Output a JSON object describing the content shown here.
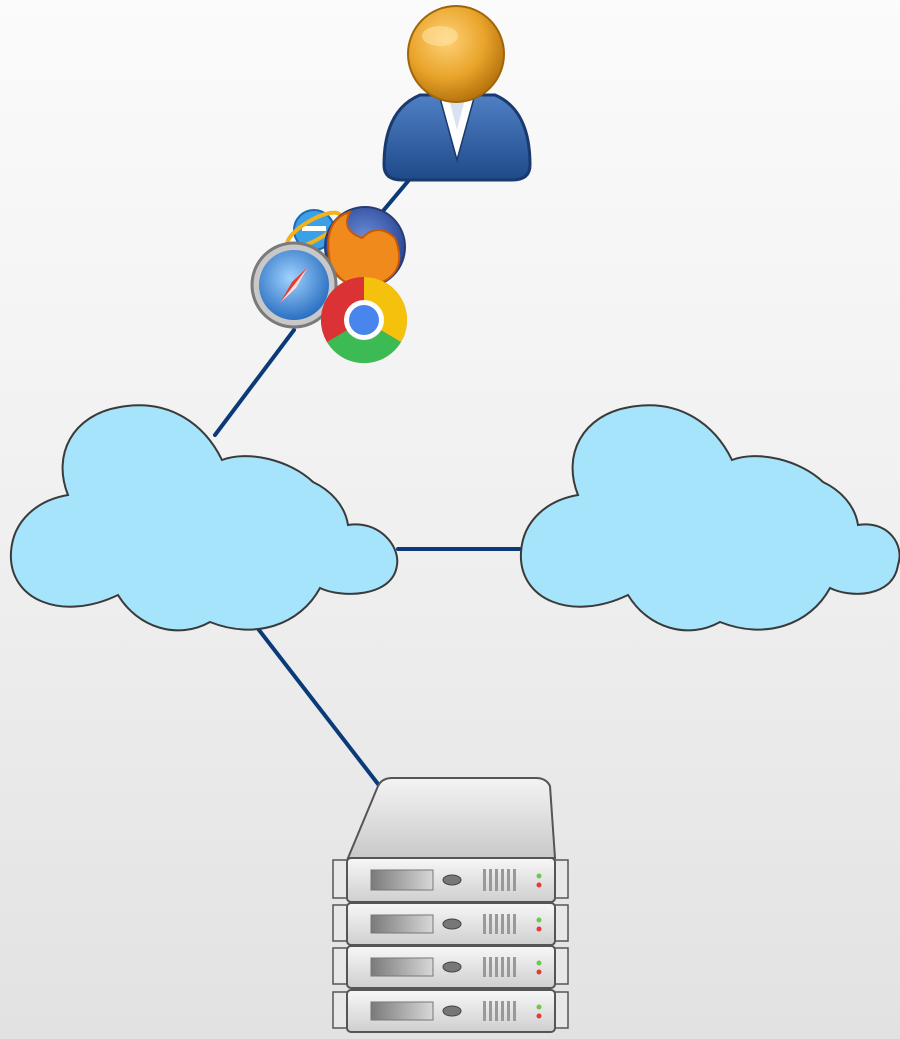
{
  "diagram": {
    "nodes": [
      {
        "id": "user",
        "icon": "user-icon",
        "label": ""
      },
      {
        "id": "browsers",
        "icon": "web-browsers-icon",
        "label": ""
      },
      {
        "id": "cloud-left",
        "icon": "cloud-icon",
        "label": ""
      },
      {
        "id": "cloud-right",
        "icon": "cloud-icon",
        "label": ""
      },
      {
        "id": "server",
        "icon": "server-rack-icon",
        "label": ""
      }
    ],
    "edges": [
      {
        "from": "user",
        "to": "browsers"
      },
      {
        "from": "browsers",
        "to": "cloud-left"
      },
      {
        "from": "cloud-left",
        "to": "cloud-right"
      },
      {
        "from": "cloud-left",
        "to": "server"
      }
    ],
    "colors": {
      "connector": "#0b3a78",
      "cloud_fill": "#a6e4fb",
      "cloud_stroke": "#3a3a3a",
      "user_head": "#e7a32a",
      "user_body": "#2e5c9e",
      "server_body": "#d8d8d8"
    }
  }
}
